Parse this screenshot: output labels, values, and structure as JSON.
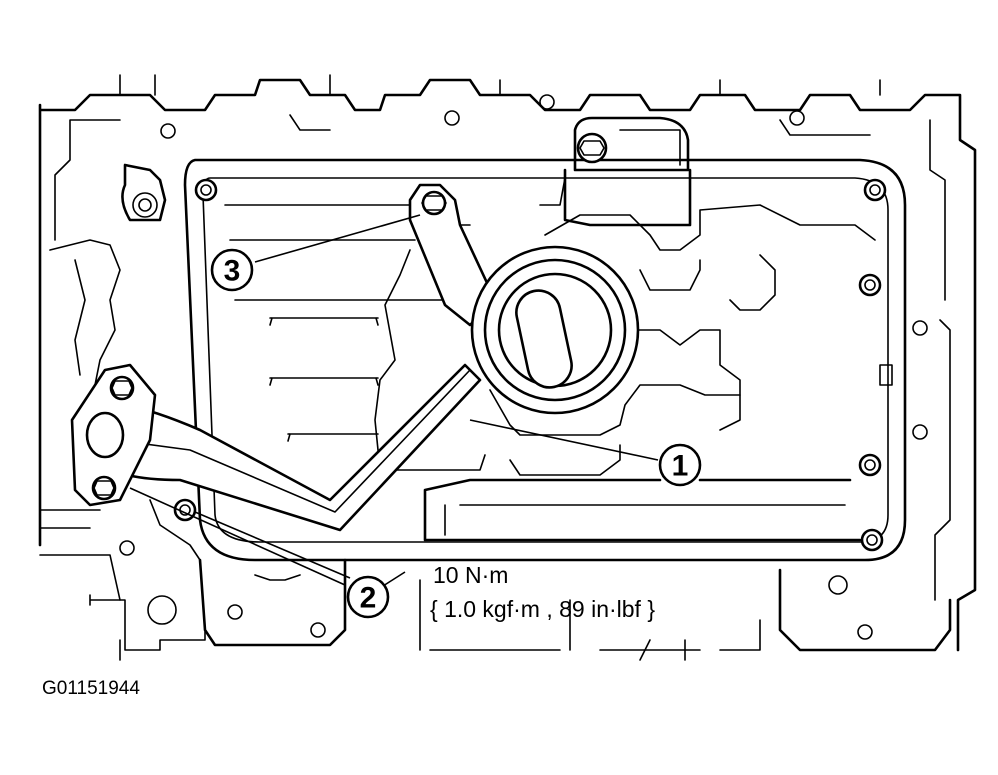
{
  "callouts": [
    {
      "number": "1",
      "part": "oil-strainer"
    },
    {
      "number": "2",
      "part": "strainer-bolts"
    },
    {
      "number": "3",
      "part": "strainer-bracket-bolt"
    }
  ],
  "torque": {
    "primary": "10 N·m",
    "secondary": "{ 1.0 kgf·m , 89 in·lbf }"
  },
  "figure_id": "G01151944"
}
